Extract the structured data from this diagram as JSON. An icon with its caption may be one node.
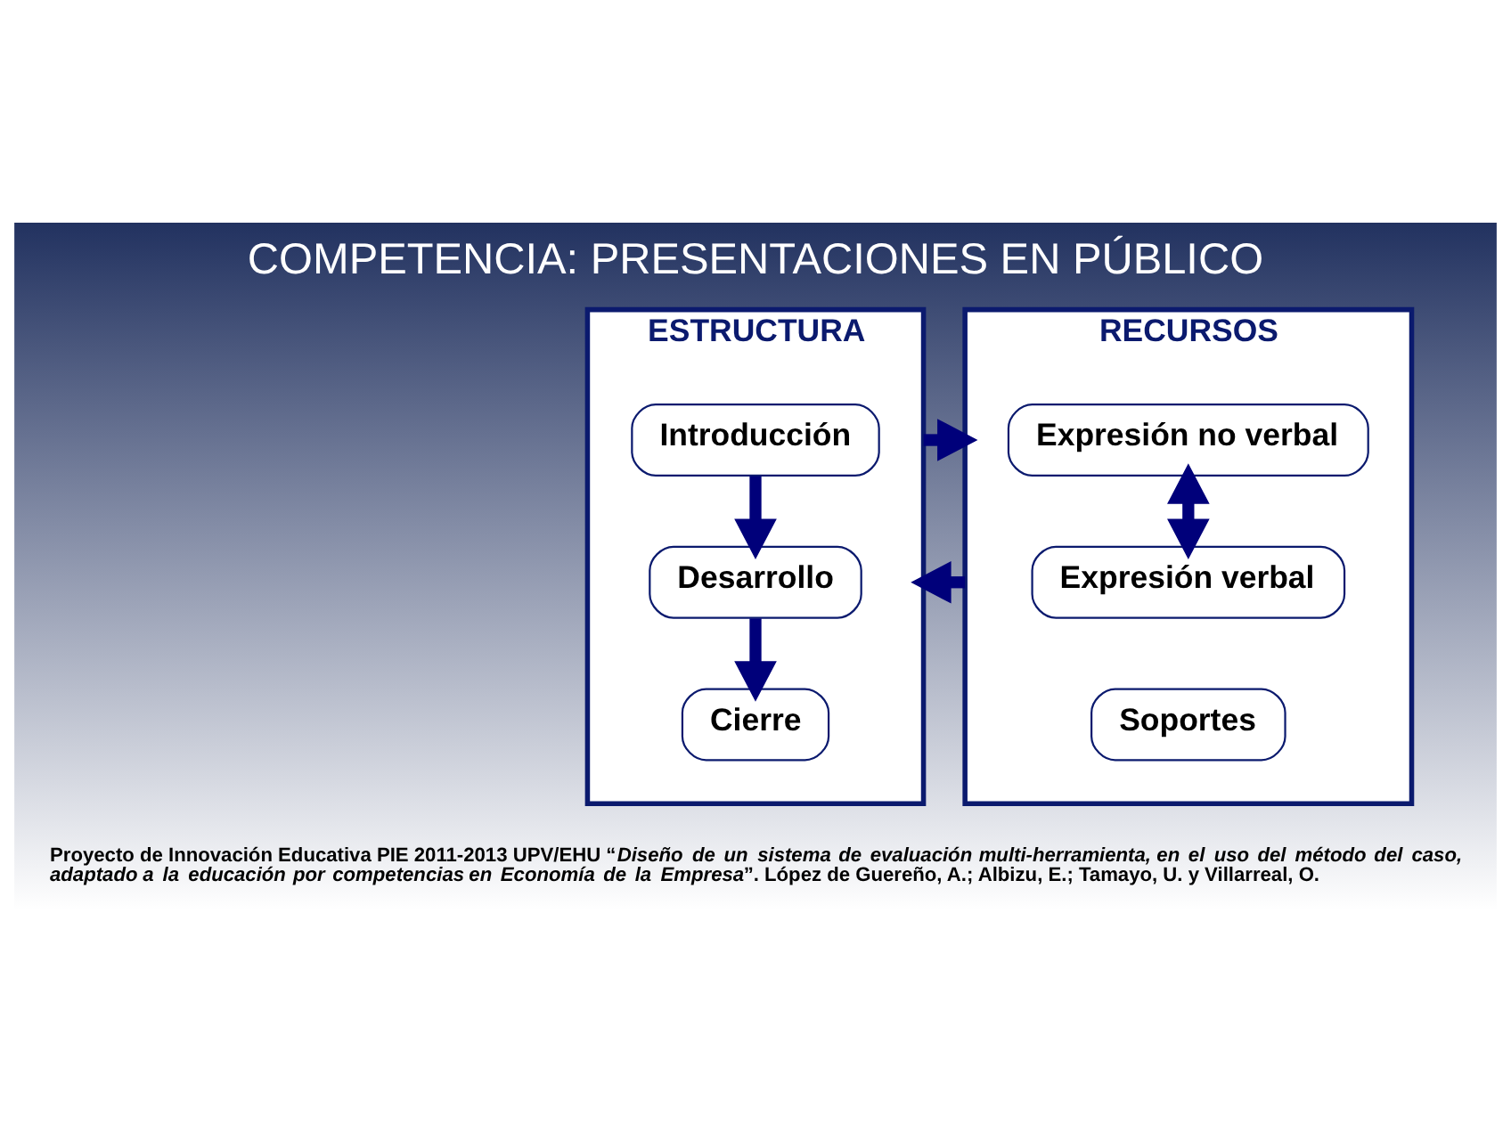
{
  "diagram": {
    "title": "COMPETENCIA: PRESENTACIONES EN PÚBLICO",
    "caption": "Proyecto de Innovación Educativa PIE 2011-2013 UPV/EHU “*Diseño de un sistema de evaluación multi-herramienta, en el uso del método del caso, adaptado a la educación por competencias en Economía de la Empresa*”. López de Guereño, A.; Albizu, E.; Tamayo, U. y Villarreal, O.",
    "nodes": [
      {
        "text": [
          "ESTRUCTURA"
        ]
      },
      {
        "text": [
          "Introducción"
        ],
        "in": 0
      },
      {
        "text": [
          "Desarrollo"
        ],
        "in": 0
      },
      {
        "text": [
          "Cierre"
        ],
        "in": 0
      },
      {
        "text": [
          "RECURSOS"
        ]
      },
      {
        "text": [
          "Expresión no verbal"
        ],
        "in": 4
      },
      {
        "text": [
          "Expresión verbal"
        ],
        "in": 4
      },
      {
        "text": [
          "Soportes"
        ],
        "in": 4
      }
    ],
    "edges": [
      {
        "from": 1,
        "to": 2,
        "arrow": "to"
      },
      {
        "from": 2,
        "to": 3,
        "arrow": "to"
      },
      {
        "from": 5,
        "to": 6,
        "arrow": "both"
      },
      {
        "from": 0,
        "to": 4,
        "arrow": "to"
      },
      {
        "from": 4,
        "to": 0,
        "arrow": "to"
      }
    ]
  }
}
